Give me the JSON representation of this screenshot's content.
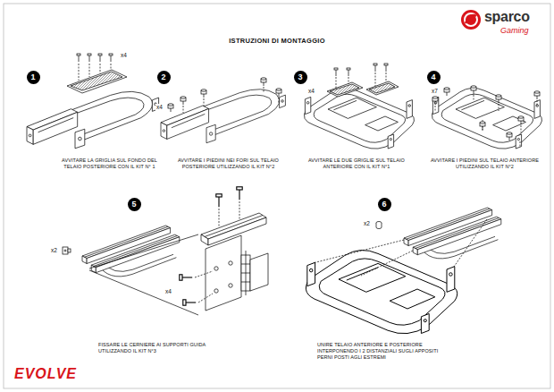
{
  "diagram": {
    "title": "ISTRUZIONI DI MONTAGGIO",
    "nodes": [
      {
        "text": [
          "1"
        ]
      },
      {
        "text": [
          "2"
        ]
      },
      {
        "text": [
          "3"
        ]
      },
      {
        "text": [
          "4"
        ]
      },
      {
        "text": [
          "5"
        ]
      },
      {
        "text": [
          "6"
        ]
      }
    ],
    "labels": [
      "sparco",
      "Gaming",
      "x4",
      "AVVITARE LA GRIGLIA SUL FONDO DEL TELAIO POSTERIORE CON IL KIT N° 1",
      "x4",
      "AVVITARE I PIEDINI NEI FORI SUL TELAIO POSTERIORE UTILIZZANDO IL KIT N°2",
      "x4",
      "AVVITARE LE DUE GRIGLIE SUL TELAIO ANTERIORE CON IL KIT N°1",
      "x7",
      "AVVITARE I PIEDINI SUL TELAIO ANTERIORE UTILIZZANDO IL KIT N°2",
      "x2",
      "x4",
      "FISSARE LE CERNIERE AI SUPPORTI GUIDA UTILIZZANDO IL KIT N°3",
      "x2",
      "UNIRE TELAIO ANTERIORE E POSTERIORE INTERPONENDO I 2 DISTANZIALI SUGLI APPOSITI PERNI POSTI AGLI ESTREMI",
      "EVOLVE"
    ]
  }
}
